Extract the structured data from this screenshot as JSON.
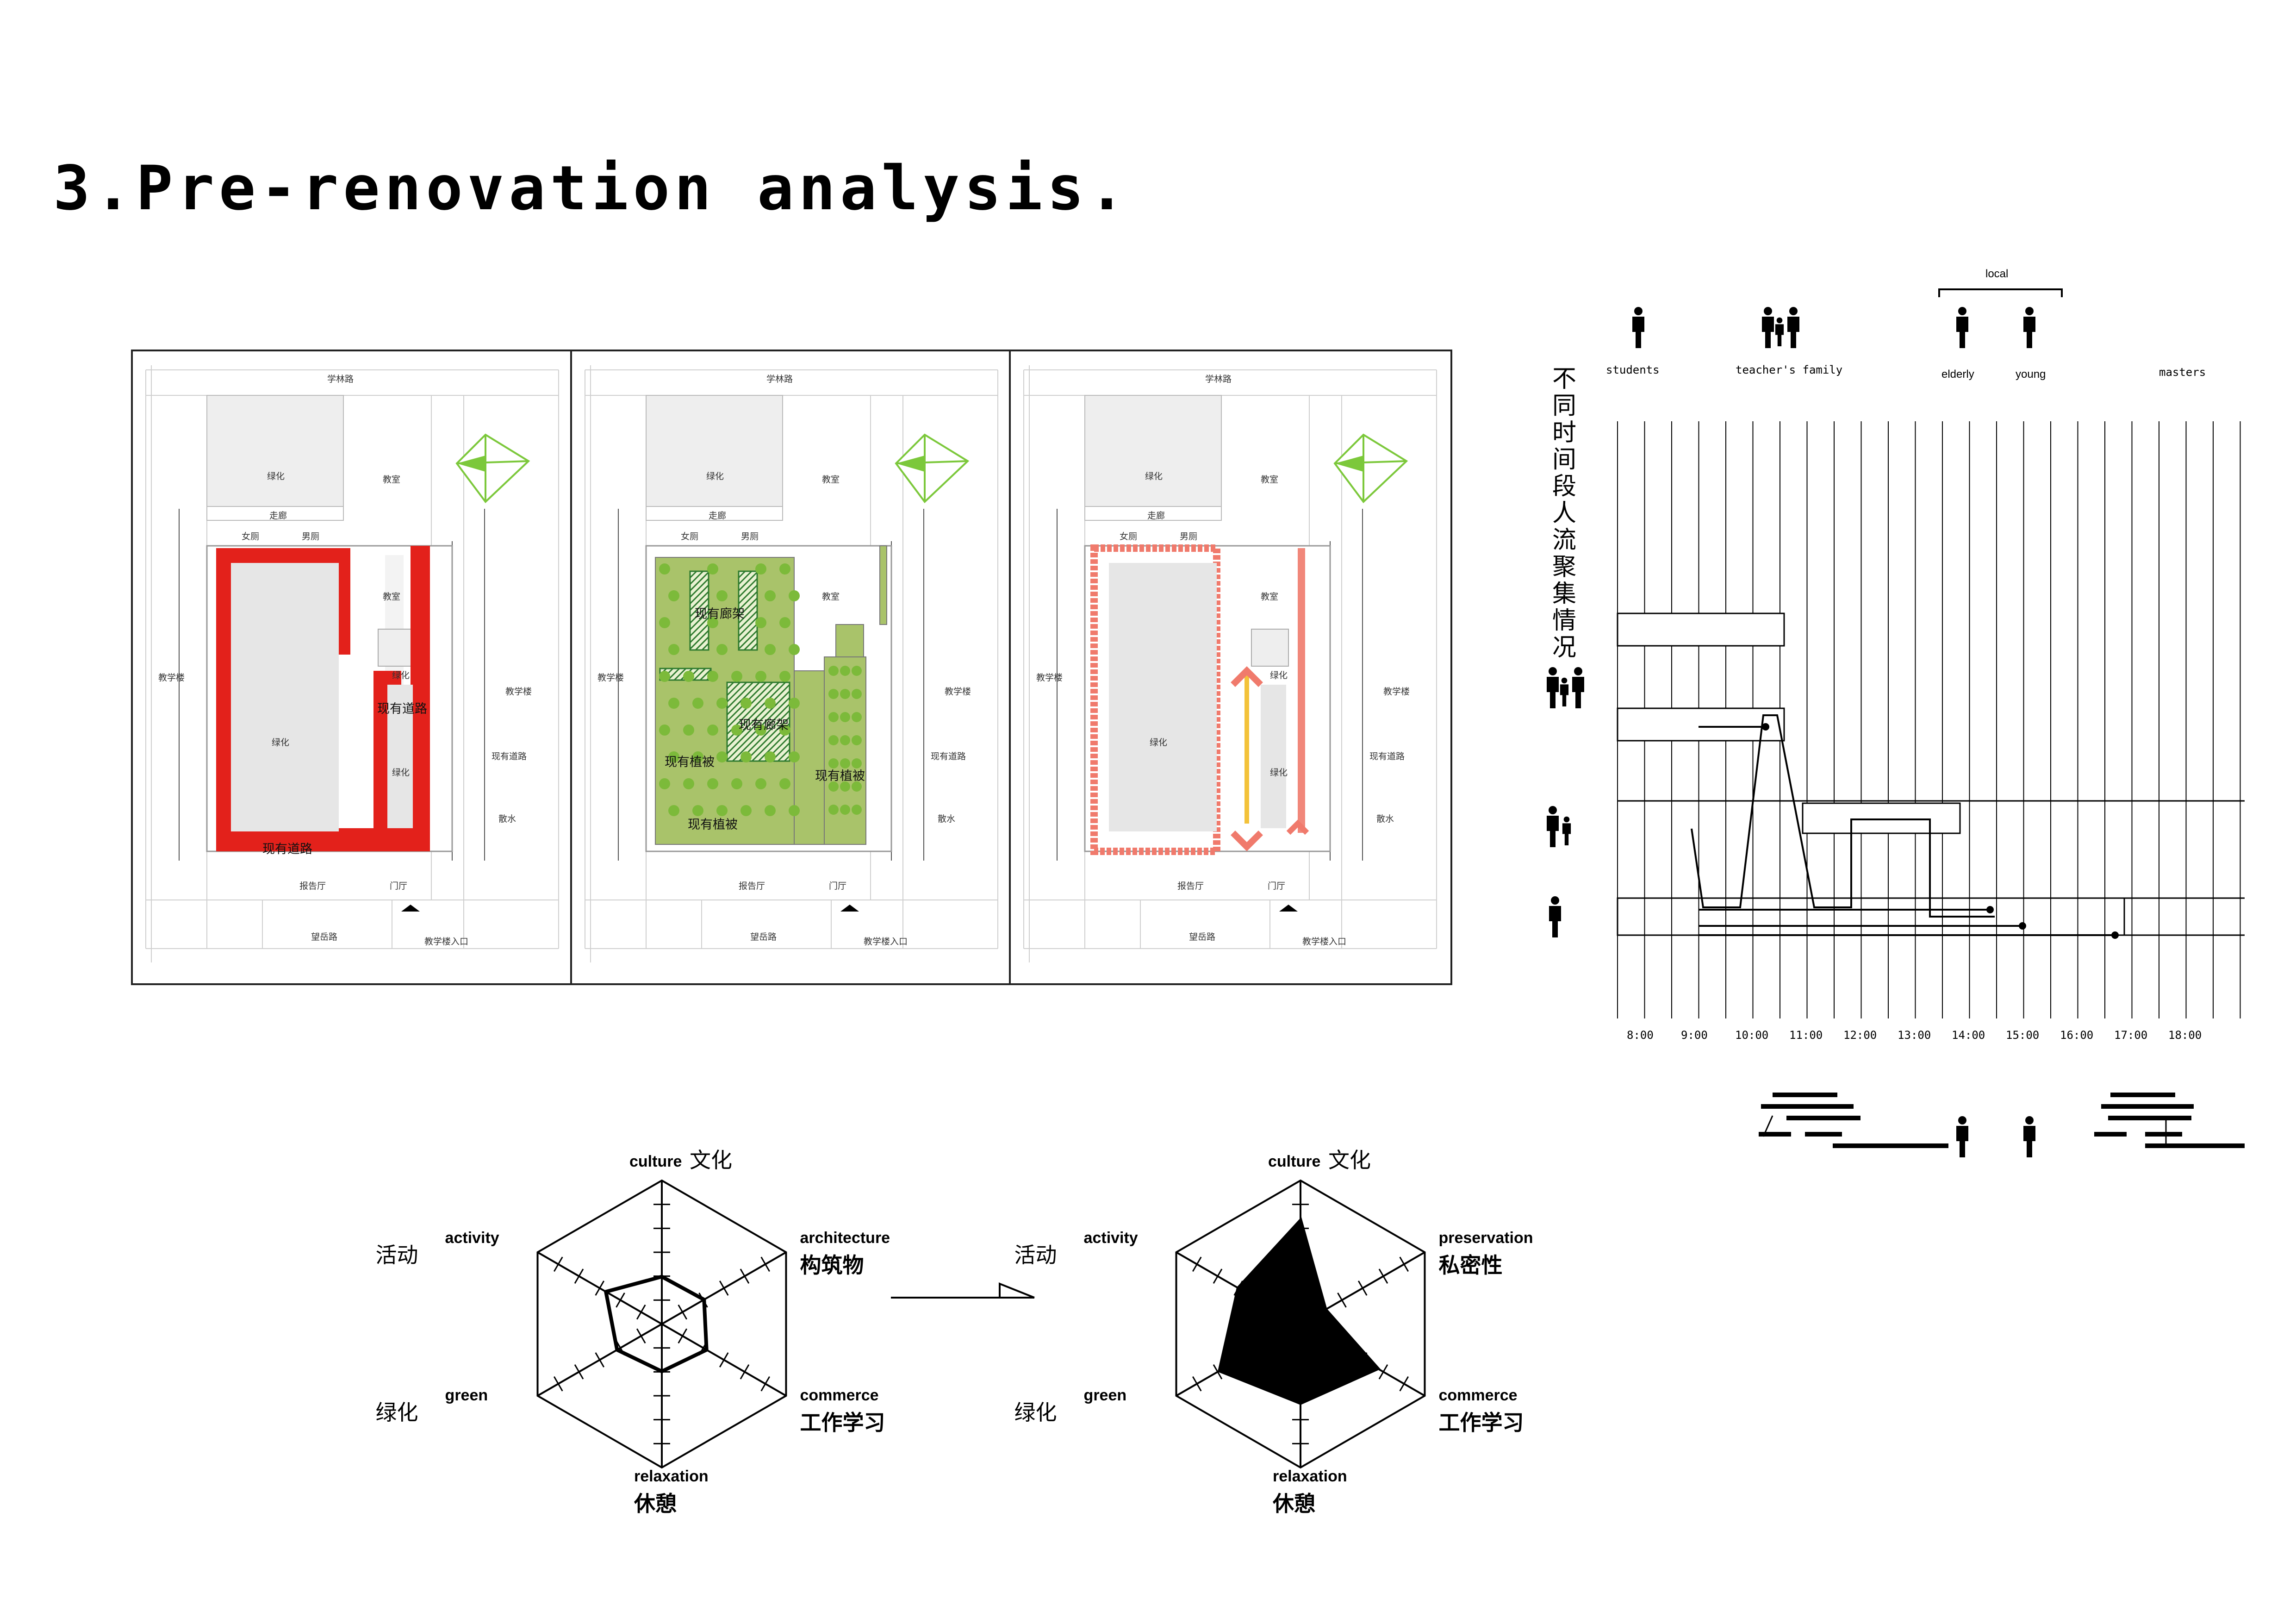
{
  "title": "3.Pre-renovation analysis.",
  "plans": [
    {
      "id": "plan-1",
      "variant": "paths",
      "labels": {
        "road_top": "学林路",
        "green_top": "绿化",
        "classroom_top": "教室",
        "corridor": "走廊",
        "wc_f": "女厕",
        "wc_m": "男厕",
        "classroom_mid": "教室",
        "teach_left": "教学楼",
        "green_small": "绿化",
        "teach_right": "教学楼",
        "path_mid": "现有道路",
        "green_main": "绿化",
        "green_inner": "绿化",
        "road_right": "现有道路",
        "water": "散水",
        "path_bottom": "现有道路",
        "hall": "报告厅",
        "door": "门厅",
        "road_bottom": "望岳路",
        "entrance": "教学楼入口"
      }
    },
    {
      "id": "plan-2",
      "variant": "vegetation",
      "labels": {
        "road_top": "学林路",
        "green_top": "绿化",
        "classroom_top": "教室",
        "corridor": "走廊",
        "wc_f": "女厕",
        "wc_m": "男厕",
        "classroom_mid": "教室",
        "teach_left": "教学楼",
        "teach_right": "教学楼",
        "road_right": "现有道路",
        "water": "散水",
        "hall": "报告厅",
        "door": "门厅",
        "road_bottom": "望岳路",
        "entrance": "教学楼入口",
        "veg_1": "现有廊架",
        "veg_2": "现有廊架",
        "veg_3": "现有植被",
        "veg_4": "现有植被",
        "veg_5": "现有植被"
      }
    },
    {
      "id": "plan-3",
      "variant": "flow",
      "labels": {
        "road_top": "学林路",
        "green_top": "绿化",
        "classroom_top": "教室",
        "corridor": "走廊",
        "wc_f": "女厕",
        "wc_m": "男厕",
        "classroom_mid": "教室",
        "teach_left": "教学楼",
        "green_small": "绿化",
        "teach_right": "教学楼",
        "green_main": "绿化",
        "green_inner": "绿化",
        "road_right": "现有道路",
        "water": "散水",
        "hall": "报告厅",
        "door": "门厅",
        "road_bottom": "望岳路",
        "entrance": "教学楼入口"
      }
    }
  ],
  "radar_before": {
    "axes": [
      {
        "en": "culture",
        "cn": "文化"
      },
      {
        "en": "architecture",
        "cn": "构筑物"
      },
      {
        "en": "commerce",
        "cn": "工作学习"
      },
      {
        "en": "relaxation",
        "cn": "休憩"
      },
      {
        "en": "green",
        "cn": "绿化"
      },
      {
        "en": "activity",
        "cn": "活动"
      }
    ],
    "values": [
      0.33,
      0.34,
      0.36,
      0.33,
      0.36,
      0.45
    ],
    "levels": 6,
    "filled": false
  },
  "radar_after": {
    "axes": [
      {
        "en": "culture",
        "cn": "文化"
      },
      {
        "en": "preservation",
        "cn": "私密性"
      },
      {
        "en": "commerce",
        "cn": "工作学习"
      },
      {
        "en": "relaxation",
        "cn": "休憩"
      },
      {
        "en": "green",
        "cn": "绿化"
      },
      {
        "en": "activity",
        "cn": "活动"
      }
    ],
    "values": [
      0.72,
      0.2,
      0.62,
      0.55,
      0.65,
      0.5
    ],
    "levels": 6,
    "filled": true
  },
  "timeline": {
    "vertical_title": "不同时间段人流聚集情况",
    "groups": {
      "students": "students",
      "family": "teacher's family",
      "elderly": "elderly",
      "young": "young",
      "masters": "masters",
      "local": "local"
    },
    "hours": [
      "8:00",
      "9:00",
      "10:00",
      "11:00",
      "12:00",
      "13:00",
      "14:00",
      "15:00",
      "16:00",
      "17:00",
      "18:00"
    ]
  },
  "colors": {
    "path_red": "#e3211b",
    "veg_green": "#a9c36a",
    "tree_green": "#7cba3a",
    "compass": "#7cc83b",
    "flow_pink": "#f07a6c",
    "flow_yellow": "#f3c23a"
  }
}
